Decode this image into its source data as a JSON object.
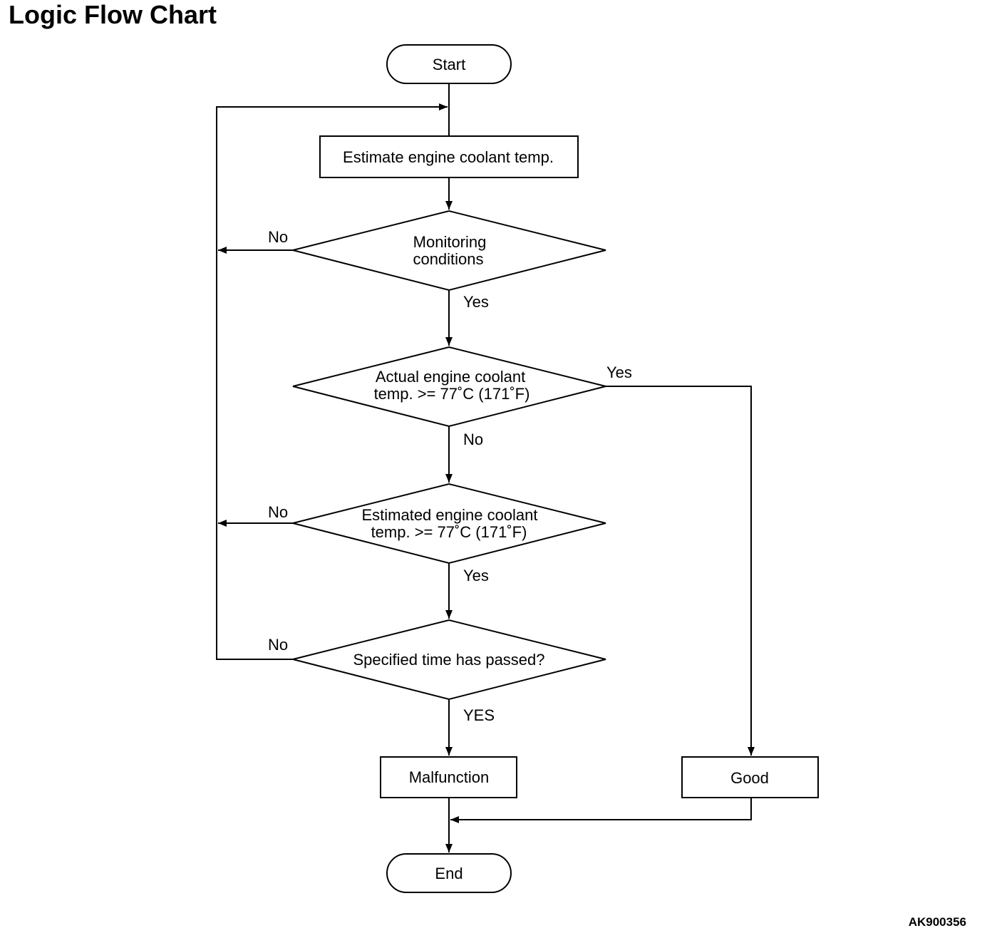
{
  "title": "Logic Flow Chart",
  "figure_id": "AK900356",
  "nodes": {
    "start": "Start",
    "estimate": "Estimate engine coolant temp.",
    "monitoring_line1": "Monitoring",
    "monitoring_line2": "conditions",
    "actual_line1": "Actual engine coolant",
    "actual_line2": "temp. >= 77˚C (171˚F)",
    "estimated_line1": "Estimated engine coolant",
    "estimated_line2": "temp. >= 77˚C (171˚F)",
    "time_passed": "Specified time has passed?",
    "malfunction": "Malfunction",
    "good": "Good",
    "end": "End"
  },
  "edge_labels": {
    "monitoring_no": "No",
    "monitoring_yes": "Yes",
    "actual_yes": "Yes",
    "actual_no": "No",
    "estimated_no": "No",
    "estimated_yes": "Yes",
    "time_no": "No",
    "time_yes": "YES"
  }
}
